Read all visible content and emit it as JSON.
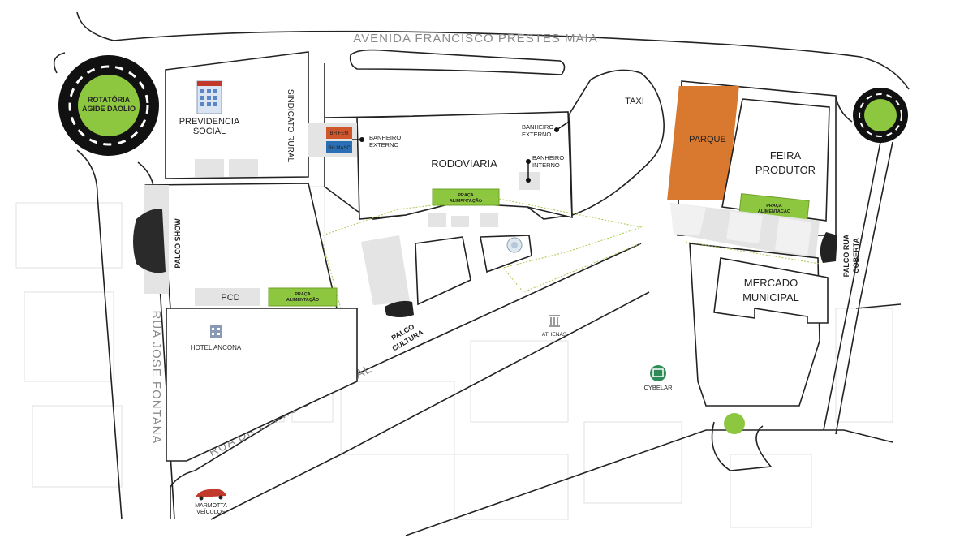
{
  "streets": {
    "north": "AVENIDA FRANCISCO PRESTES MAIA",
    "west": "RUA JOSE FONTANA",
    "diagonal": "RUA DR PLINIO DO AMARAL"
  },
  "places": {
    "rotatoria": [
      "ROTATÓRIA",
      "AGIDE DAOLIO"
    ],
    "previdencia": [
      "PREVIDENCIA",
      "SOCIAL"
    ],
    "sindicato": "SINDICATO RURAL",
    "bh_fem": "BH FEM",
    "bh_masc": "BH MASC",
    "banheiro_externo_1": [
      "BANHEIRO",
      "EXTERNO"
    ],
    "banheiro_externo_2": [
      "BANHEIRO",
      "EXTERNO"
    ],
    "banheiro_interno": [
      "BANHEIRO",
      "INTERNO"
    ],
    "rodoviaria": "RODOVIARIA",
    "taxi": "TAXI",
    "parque": "PARQUE",
    "feira": [
      "FEIRA",
      "PRODUTOR"
    ],
    "praca_alimentacao_1": [
      "PRAÇA",
      "ALIMENTAÇÃO"
    ],
    "praca_alimentacao_2": [
      "PRAÇA",
      "ALIMENTAÇÃO"
    ],
    "praca_alimentacao_3": [
      "PRAÇA",
      "ALIMENTAÇÃO"
    ],
    "palco_show": "PALCO SHOW",
    "pcd": "PCD",
    "hotel": "HOTEL ANCONA",
    "palco_cultura": [
      "PALCO",
      "CULTURA"
    ],
    "athenas": "ATHENAS",
    "cybelar": "CYBELAR",
    "mercado": [
      "MERCADO",
      "MUNICIPAL"
    ],
    "palco_rua_coberta": [
      "PALCO RUA",
      "COBERTA"
    ],
    "marmotta": [
      "MARMOTTA",
      "VEÍCULOS"
    ]
  },
  "colors": {
    "food_green": "#8dc63f",
    "park_orange": "#d9792f",
    "bh_fem_orange": "#d0572b",
    "bh_masc_blue": "#2a6fb5",
    "roundabout_green": "#8dc63f",
    "road_dark": "#111111",
    "outline": "#222222"
  },
  "icons": {
    "previdencia": "office-building-icon",
    "hotel": "hotel-building-icon",
    "athenas": "columns-building-icon",
    "cybelar": "cybelar-logo-icon",
    "marmotta": "red-car-icon",
    "palco_show": "stage-icon",
    "palco_cultura": "stage-icon",
    "palco_rua_coberta": "stage-icon",
    "tree": "tree-icon"
  }
}
